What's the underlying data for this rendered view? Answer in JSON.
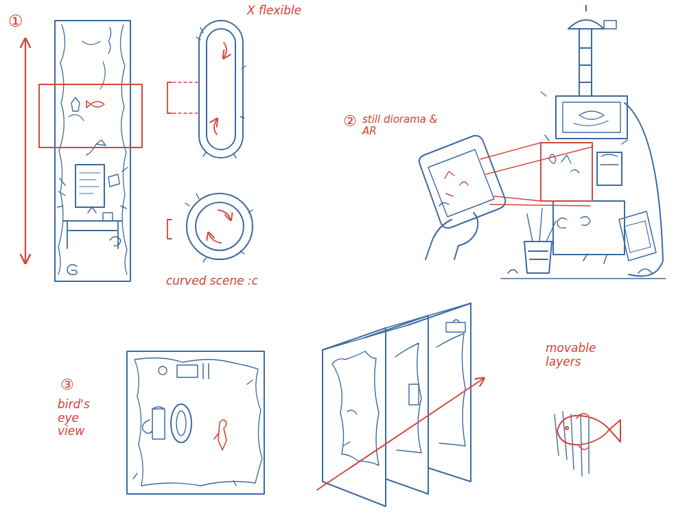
{
  "diagram": {
    "labels": [
      "①",
      "X flexible",
      "curved scene :c",
      "②",
      "still diorama & AR",
      "③",
      "bird's eye view",
      "movable layers"
    ]
  }
}
